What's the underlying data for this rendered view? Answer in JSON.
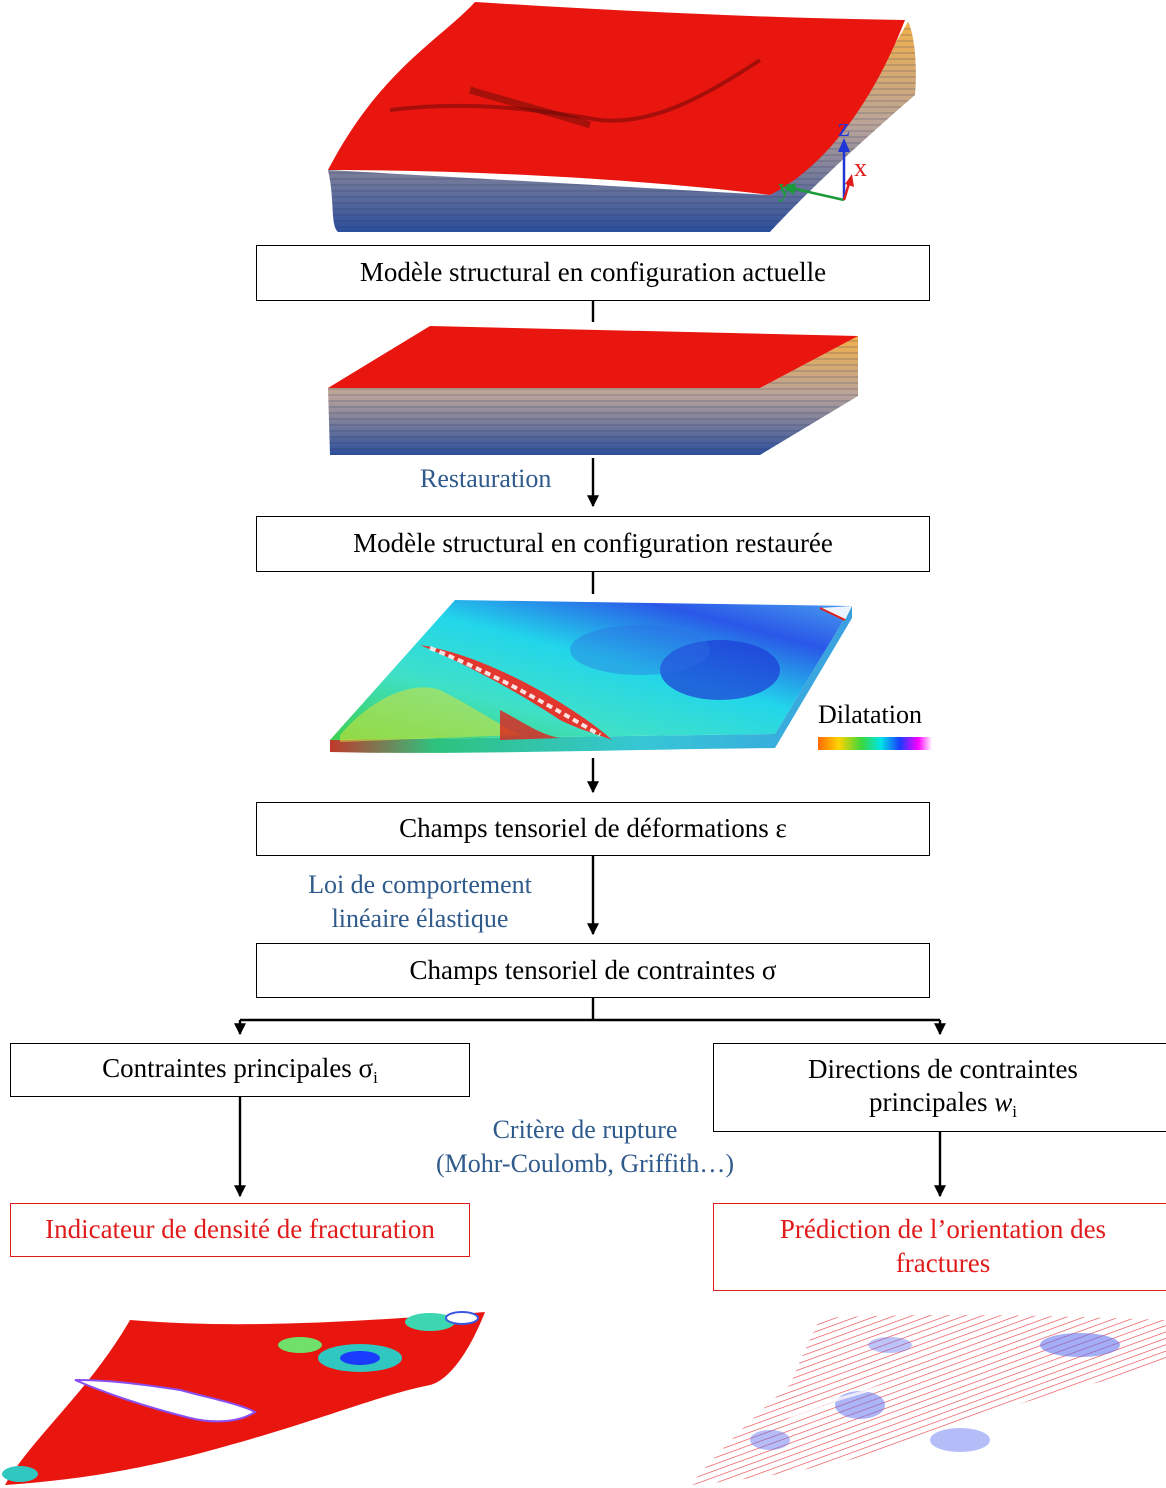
{
  "colors": {
    "box_border": "#000000",
    "output_red": "#e01b1b",
    "note_blue": "#2f5a8c",
    "model_red": "#e8160f",
    "layer_top": "#f2b04a",
    "layer_bottom": "#2c4f9c"
  },
  "axes": {
    "z": "z",
    "x": "x",
    "y": "y"
  },
  "boxes": {
    "current": "Modèle structural en configuration actuelle",
    "restored": "Modèle structural en configuration restaurée",
    "strain": "Champs tensoriel de déformations ε",
    "stress": "Champs tensoriel de contraintes σ",
    "principal": {
      "text": "Contraintes principales σ",
      "sub": "i"
    },
    "directions": {
      "line1": "Directions de contraintes",
      "line2": "principales ",
      "var": "w",
      "sub": "i"
    },
    "density": "Indicateur de densité de fracturation",
    "orientation": {
      "line1": "Prédiction de l’orientation des",
      "line2": "fractures"
    }
  },
  "notes": {
    "restoration": "Restauration",
    "law_line1": "Loi de comportement",
    "law_line2": "linéaire élastique",
    "criterion_line1": "Critère de rupture",
    "criterion_line2": "(Mohr-Coulomb, Griffith…)"
  },
  "legend": {
    "title": "Dilatation",
    "gradient": [
      "#ff6a00",
      "#ffd400",
      "#3cd63c",
      "#00e5e5",
      "#1a3cff",
      "#ff00ff",
      "#ffffff"
    ]
  },
  "icons": [
    "axis-triad-icon",
    "arrow-down-icon",
    "fork-arrow-icon"
  ]
}
